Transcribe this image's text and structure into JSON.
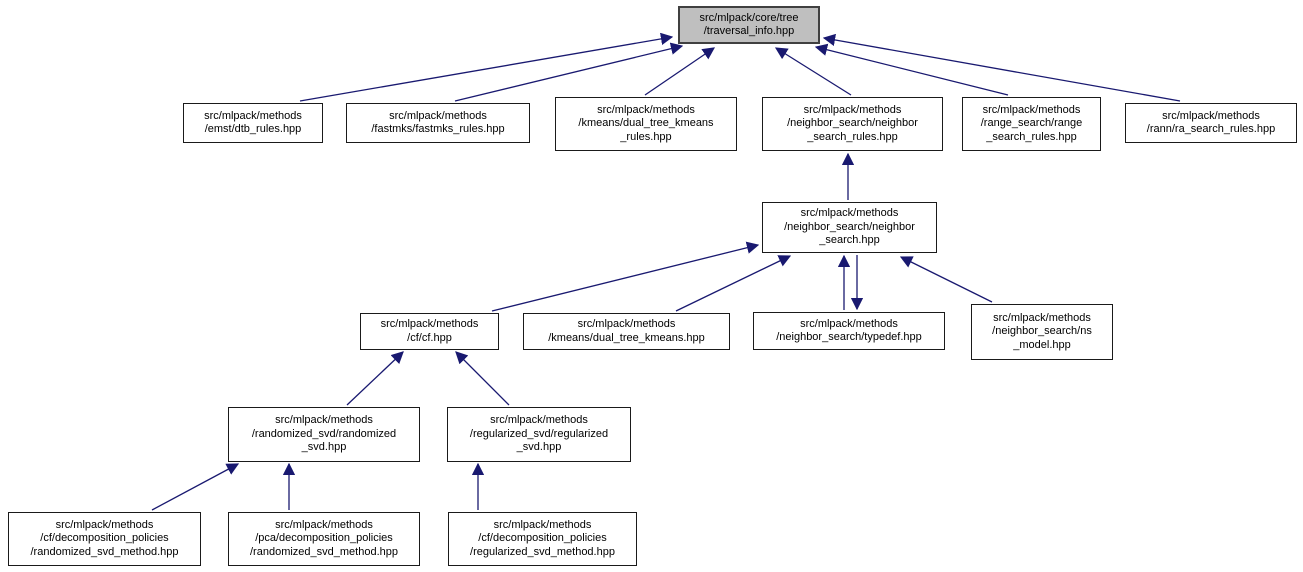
{
  "graph": {
    "title": "Doxygen include dependency graph for src/mlpack/core/tree/traversal_info.hpp",
    "edge_color": "#191970",
    "root_fill": "#bfbfbf",
    "node_fill": "#ffffff",
    "nodes": [
      {
        "id": "traversal-info",
        "label": "src/mlpack/core/tree\n/traversal_info.hpp",
        "is_root": true
      },
      {
        "id": "dtb-rules",
        "label": "src/mlpack/methods\n/emst/dtb_rules.hpp"
      },
      {
        "id": "fastmks-rules",
        "label": "src/mlpack/methods\n/fastmks/fastmks_rules.hpp"
      },
      {
        "id": "dual-tree-kmeans-rules",
        "label": "src/mlpack/methods\n/kmeans/dual_tree_kmeans\n_rules.hpp"
      },
      {
        "id": "neighbor-search-rules",
        "label": "src/mlpack/methods\n/neighbor_search/neighbor\n_search_rules.hpp"
      },
      {
        "id": "range-search-rules",
        "label": "src/mlpack/methods\n/range_search/range\n_search_rules.hpp"
      },
      {
        "id": "ra-search-rules",
        "label": "src/mlpack/methods\n/rann/ra_search_rules.hpp"
      },
      {
        "id": "neighbor-search",
        "label": "src/mlpack/methods\n/neighbor_search/neighbor\n_search.hpp"
      },
      {
        "id": "cf",
        "label": "src/mlpack/methods\n/cf/cf.hpp"
      },
      {
        "id": "dual-tree-kmeans",
        "label": "src/mlpack/methods\n/kmeans/dual_tree_kmeans.hpp"
      },
      {
        "id": "ns-typedef",
        "label": "src/mlpack/methods\n/neighbor_search/typedef.hpp"
      },
      {
        "id": "ns-model",
        "label": "src/mlpack/methods\n/neighbor_search/ns\n_model.hpp"
      },
      {
        "id": "randomized-svd",
        "label": "src/mlpack/methods\n/randomized_svd/randomized\n_svd.hpp"
      },
      {
        "id": "regularized-svd",
        "label": "src/mlpack/methods\n/regularized_svd/regularized\n_svd.hpp"
      },
      {
        "id": "cf-randomized-svd-method",
        "label": "src/mlpack/methods\n/cf/decomposition_policies\n/randomized_svd_method.hpp"
      },
      {
        "id": "pca-randomized-svd-method",
        "label": "src/mlpack/methods\n/pca/decomposition_policies\n/randomized_svd_method.hpp"
      },
      {
        "id": "cf-regularized-svd-method",
        "label": "src/mlpack/methods\n/cf/decomposition_policies\n/regularized_svd_method.hpp"
      }
    ],
    "edges": [
      {
        "from": "dtb-rules",
        "to": "traversal-info"
      },
      {
        "from": "fastmks-rules",
        "to": "traversal-info"
      },
      {
        "from": "dual-tree-kmeans-rules",
        "to": "traversal-info"
      },
      {
        "from": "neighbor-search-rules",
        "to": "traversal-info"
      },
      {
        "from": "range-search-rules",
        "to": "traversal-info"
      },
      {
        "from": "ra-search-rules",
        "to": "traversal-info"
      },
      {
        "from": "neighbor-search",
        "to": "neighbor-search-rules"
      },
      {
        "from": "cf",
        "to": "neighbor-search"
      },
      {
        "from": "dual-tree-kmeans",
        "to": "neighbor-search"
      },
      {
        "from": "ns-typedef",
        "to": "neighbor-search"
      },
      {
        "from": "neighbor-search",
        "to": "ns-typedef"
      },
      {
        "from": "ns-model",
        "to": "neighbor-search"
      },
      {
        "from": "randomized-svd",
        "to": "cf"
      },
      {
        "from": "regularized-svd",
        "to": "cf"
      },
      {
        "from": "cf-randomized-svd-method",
        "to": "randomized-svd"
      },
      {
        "from": "pca-randomized-svd-method",
        "to": "randomized-svd"
      },
      {
        "from": "cf-regularized-svd-method",
        "to": "regularized-svd"
      }
    ]
  }
}
